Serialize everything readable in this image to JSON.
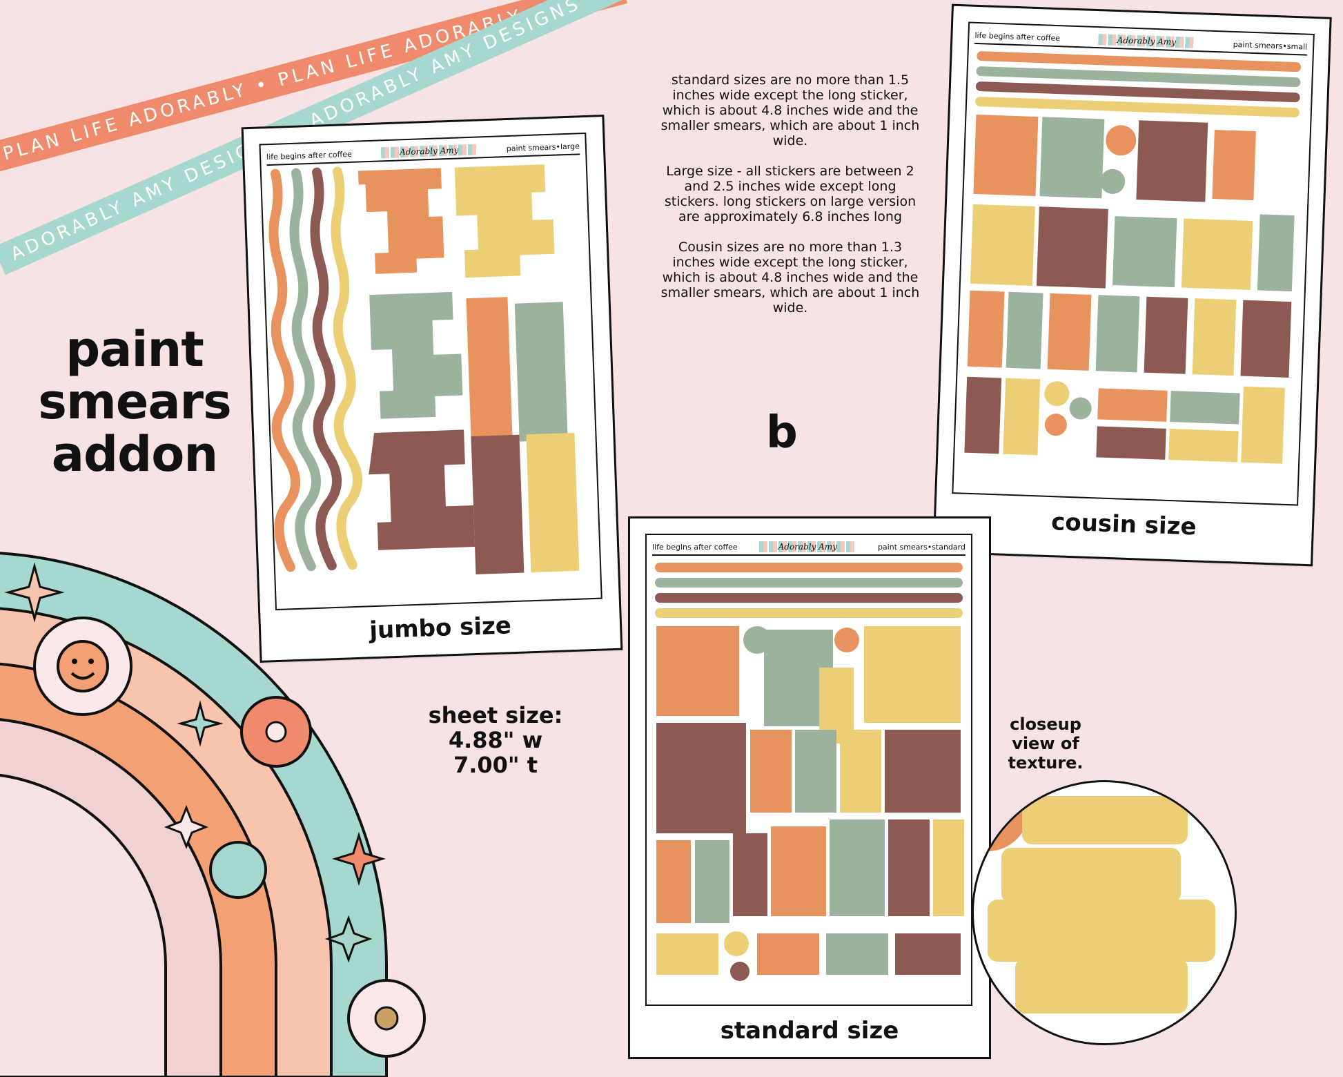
{
  "ribbons": {
    "coral": "PLAN LIFE ADORABLY • PLAN LIFE ADORABLY • PLAN LIFE ADORABLY •",
    "teal": "ADORABLY AMY DESIGNS • ADORABLY AMY DESIGNS • ADORABLY AMY DESIGNS •"
  },
  "title": {
    "line1": "paint",
    "line2": "smears",
    "line3": "addon"
  },
  "info": {
    "standard": "standard sizes are no more than 1.5 inches wide except the long sticker, which is about 4.8 inches wide and the smaller smears, which are about 1 inch wide.",
    "large": "Large size - all stickers are between 2 and 2.5 inches wide except long stickers. long stickers on large version are approximately 6.8 inches long",
    "cousin": "Cousin sizes are no more than 1.3 inches wide except the long sticker, which is about 4.8 inches wide and the smaller smears, which are about 1 inch wide."
  },
  "variant_letter": "b",
  "sheet_size": {
    "label": "sheet size:",
    "width": "4.88\" w",
    "height": "7.00\" t"
  },
  "closeup_label": "closeup view of texture.",
  "cards": {
    "jumbo": {
      "caption": "jumbo size",
      "left_text": "life begins after coffee",
      "brand": "Adorably Amy",
      "right_text": "paint smears•large"
    },
    "cousin": {
      "caption": "cousin size",
      "left_text": "life begins after coffee",
      "brand": "Adorably Amy",
      "right_text": "paint smears•small"
    },
    "standard": {
      "caption": "standard size",
      "left_text": "life begins after coffee",
      "brand": "Adorably Amy",
      "right_text": "paint smears•standard"
    }
  },
  "colors": {
    "orange": "#e8925e",
    "sage": "#9bb39c",
    "brown": "#8c5a52",
    "yellow": "#ecce74",
    "coral_ribbon": "#ef8a6c",
    "teal_ribbon": "#a7d8cf",
    "background": "#f7e3e3"
  }
}
